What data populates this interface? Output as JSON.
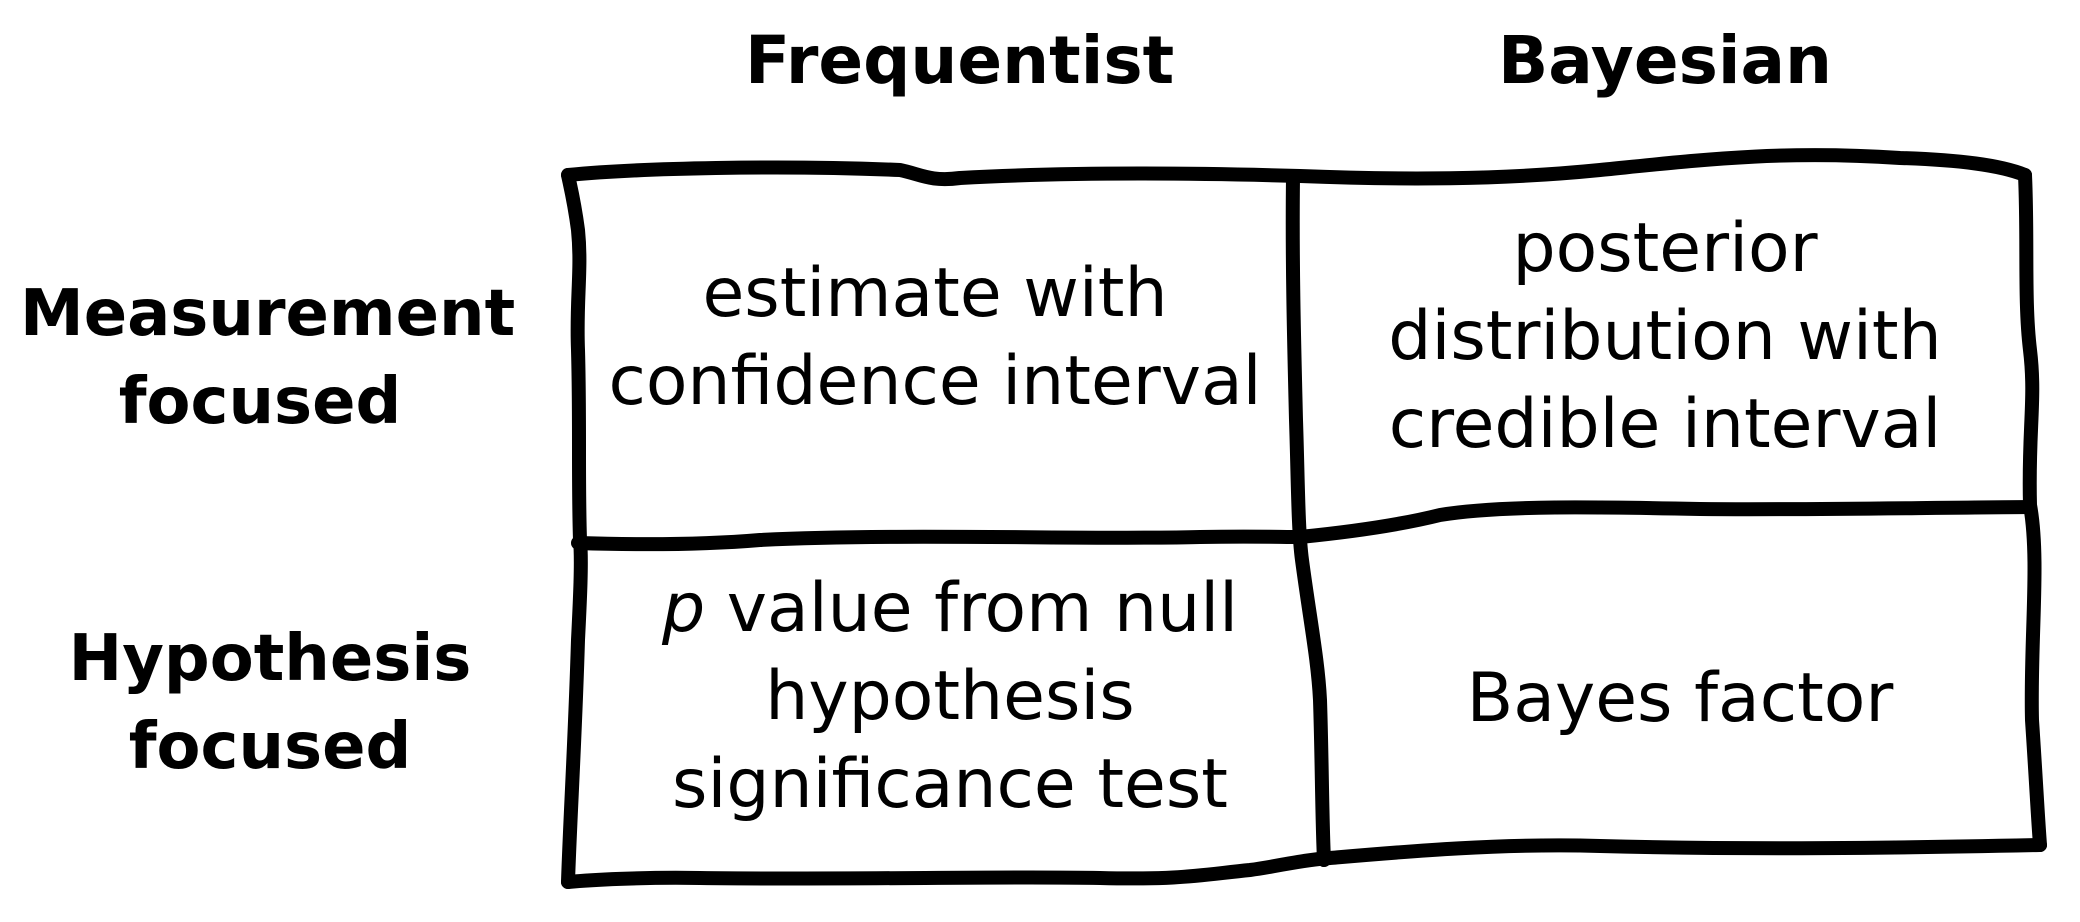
{
  "columns": {
    "frequentist": "Frequentist",
    "bayesian": "Bayesian"
  },
  "rows": {
    "measurement": [
      "Measurement",
      "focused"
    ],
    "hypothesis": [
      "Hypothesis",
      "focused"
    ]
  },
  "cells": {
    "freq_measurement": [
      "estimate with",
      "confidence interval"
    ],
    "bayes_measurement": [
      "posterior",
      "distribution with",
      "credible interval"
    ],
    "freq_hypothesis": {
      "p_symbol": "p",
      "line1_rest": " value from null",
      "line2": "hypothesis",
      "line3": "significance test"
    },
    "bayes_hypothesis": [
      "Bayes factor"
    ]
  },
  "colors": {
    "ink": "#000000",
    "background": "#ffffff"
  }
}
